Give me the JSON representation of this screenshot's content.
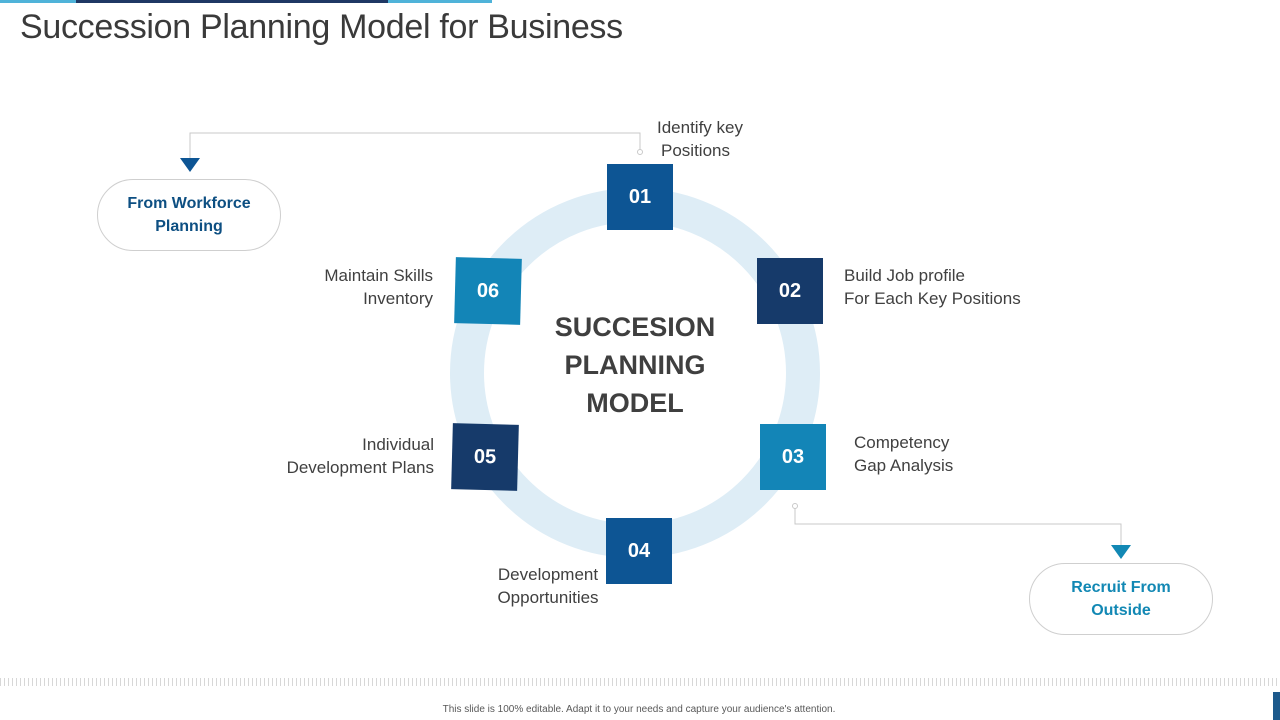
{
  "title": "Succession Planning Model for Business",
  "center_label": [
    "SUCCESION",
    "PLANNING",
    "MODEL"
  ],
  "steps": [
    {
      "number": "01",
      "label": [
        "Identify key",
        "Positions"
      ],
      "color": "#0d5594"
    },
    {
      "number": "02",
      "label": [
        "Build Job profile",
        "For Each Key Positions"
      ],
      "color": "#163a6a"
    },
    {
      "number": "03",
      "label": [
        "Competency",
        "Gap Analysis"
      ],
      "color": "#1385b7"
    },
    {
      "number": "04",
      "label": [
        "Development",
        "Opportunities"
      ],
      "color": "#0d5594"
    },
    {
      "number": "05",
      "label": [
        "Individual",
        "Development Plans"
      ],
      "color": "#163a6a"
    },
    {
      "number": "06",
      "label": [
        "Maintain Skills",
        "Inventory"
      ],
      "color": "#1385b7"
    }
  ],
  "sources": {
    "internal": {
      "label": [
        "From Workforce",
        "Planning"
      ],
      "color": "#0d4f82"
    },
    "external": {
      "label": [
        "Recruit From",
        "Outside"
      ],
      "color": "#1288b4"
    }
  },
  "footer": "This slide is 100% editable. Adapt it to your needs and capture your audience's attention."
}
